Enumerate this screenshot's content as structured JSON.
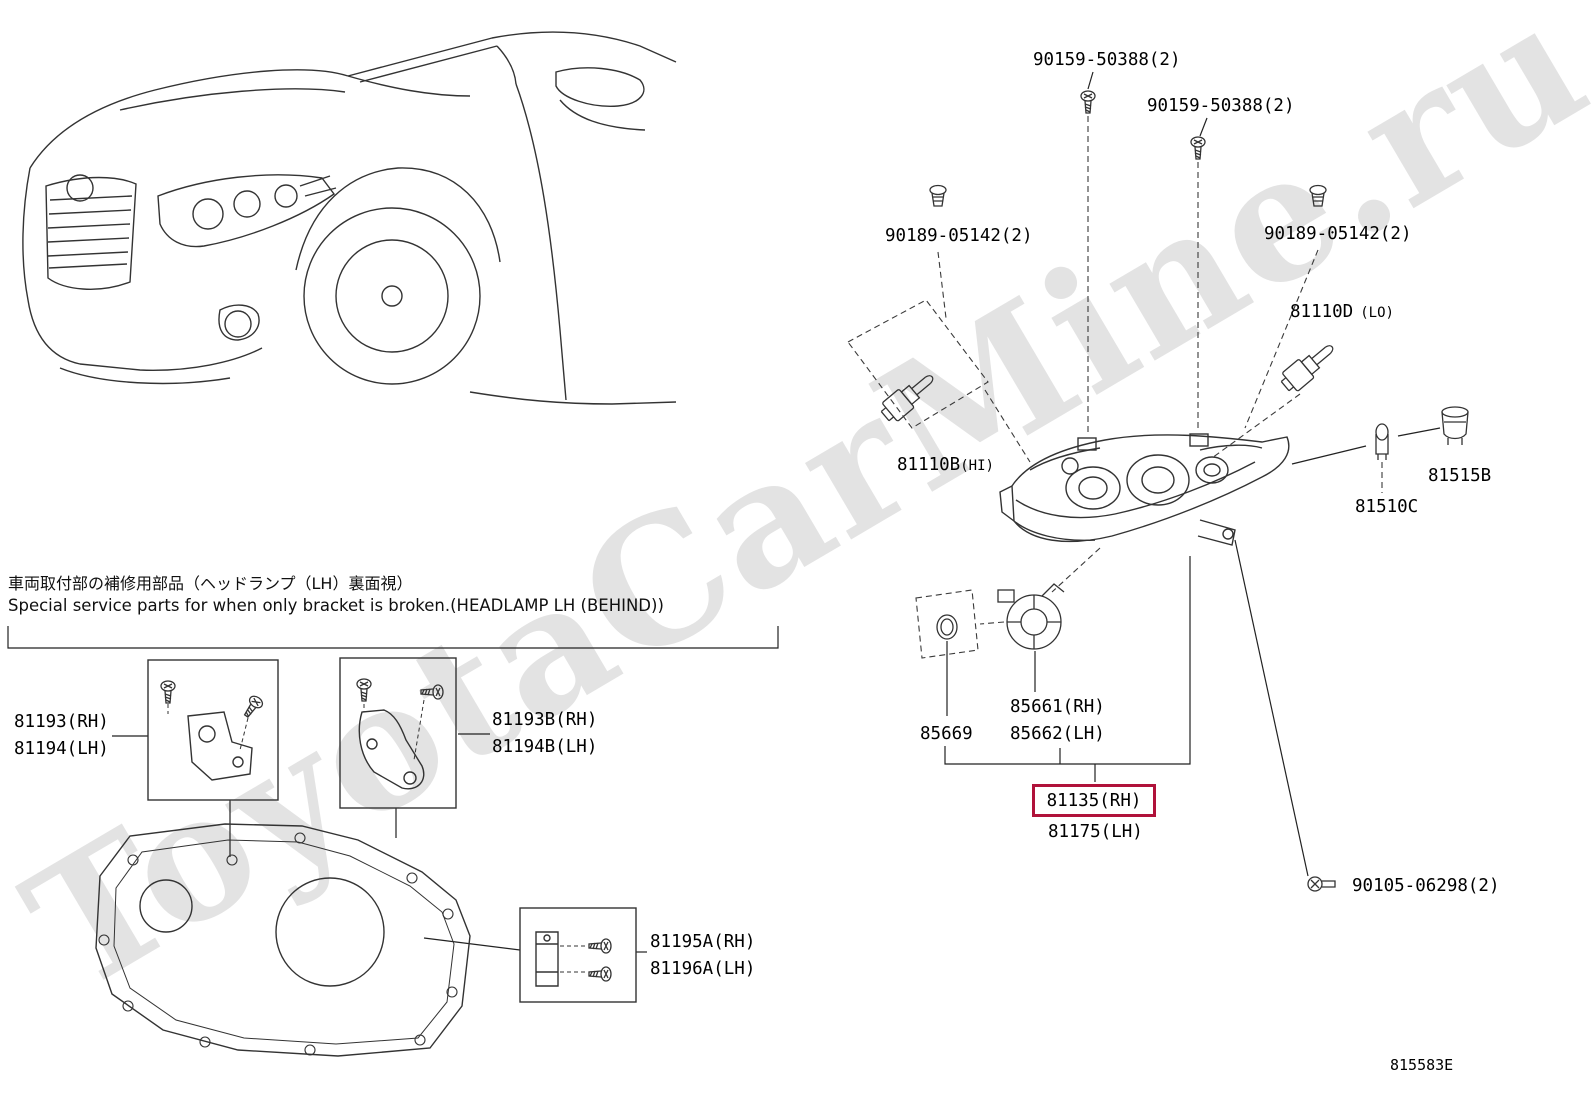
{
  "watermark": "ToyotaCarMine.ru",
  "diagram_code": "815583E",
  "highlight_color": "#b0123a",
  "note": {
    "jp": "車両取付部の補修用部品（ヘッドランプ（LH）裏面視）",
    "en": "Special service parts for when only bracket is broken.(HEADLAMP LH (BEHIND))"
  },
  "parts": {
    "screw_top_a": "90159-50388(2)",
    "screw_top_b": "90159-50388(2)",
    "clip_left": "90189-05142(2)",
    "clip_right": "90189-05142(2)",
    "bulb_low": "81110D",
    "bulb_low_beam": "(LO)",
    "bulb_high": "81110B",
    "bulb_high_beam": "(HI)",
    "socket": "81515B",
    "wedge_bulb": "81510C",
    "igniter_rh": "85661(RH)",
    "igniter_lh": "85662(LH)",
    "oring": "85669",
    "headlamp_rh": "81135(RH)",
    "headlamp_lh": "81175(LH)",
    "bolt": "90105-06298(2)",
    "bracket1_rh": "81193(RH)",
    "bracket1_lh": "81194(LH)",
    "bracket2_rh": "81193B(RH)",
    "bracket2_lh": "81194B(LH)",
    "bracket3_rh": "81195A(RH)",
    "bracket3_lh": "81196A(LH)"
  }
}
